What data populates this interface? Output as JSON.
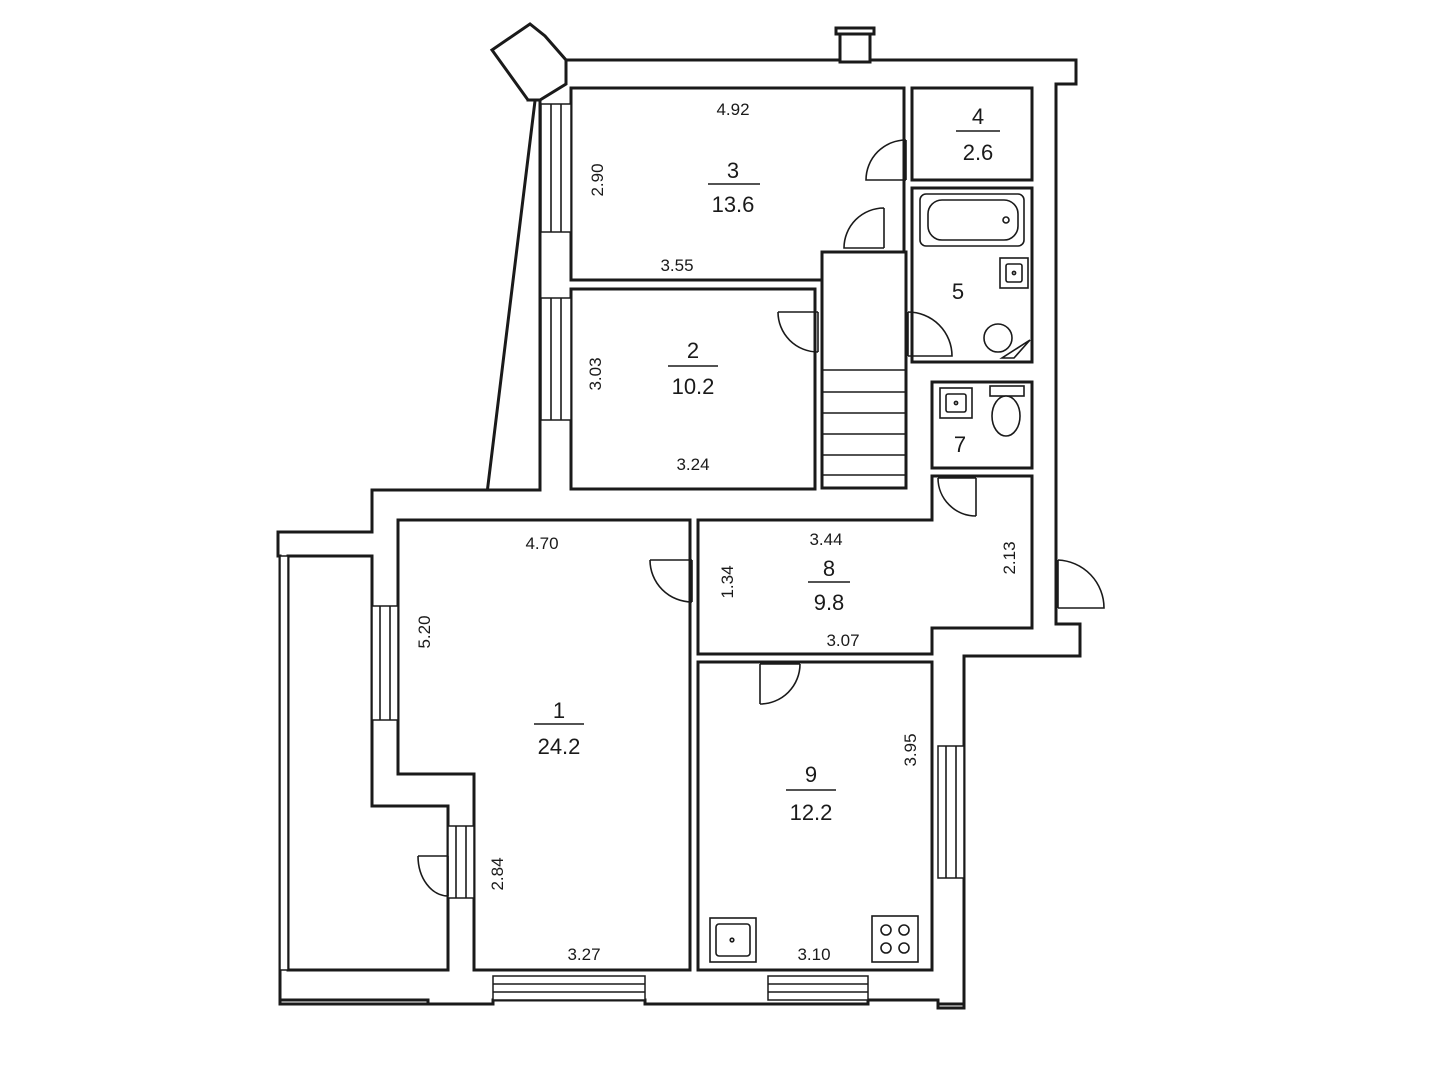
{
  "plan": {
    "rooms": [
      {
        "id": "room-1",
        "number": "1",
        "area": "24.2"
      },
      {
        "id": "room-2",
        "number": "2",
        "area": "10.2"
      },
      {
        "id": "room-3",
        "number": "3",
        "area": "13.6"
      },
      {
        "id": "room-4",
        "number": "4",
        "area": "2.6"
      },
      {
        "id": "room-5",
        "number": "5"
      },
      {
        "id": "room-7",
        "number": "7"
      },
      {
        "id": "room-8",
        "number": "8",
        "area": "9.8"
      },
      {
        "id": "room-9",
        "number": "9",
        "area": "12.2"
      }
    ],
    "dimensions": {
      "r3_top": "4.92",
      "r3_left": "2.90",
      "r3_bottom": "3.55",
      "r2_left": "3.03",
      "r2_bottom": "3.24",
      "r1_top": "4.70",
      "r1_left_upper": "5.20",
      "r1_left_lower": "2.84",
      "r1_bottom": "3.27",
      "r8_top": "3.44",
      "r8_left": "1.34",
      "r8_right": "2.13",
      "r8_bottom": "3.07",
      "r9_right": "3.95",
      "r9_bottom": "3.10"
    }
  }
}
